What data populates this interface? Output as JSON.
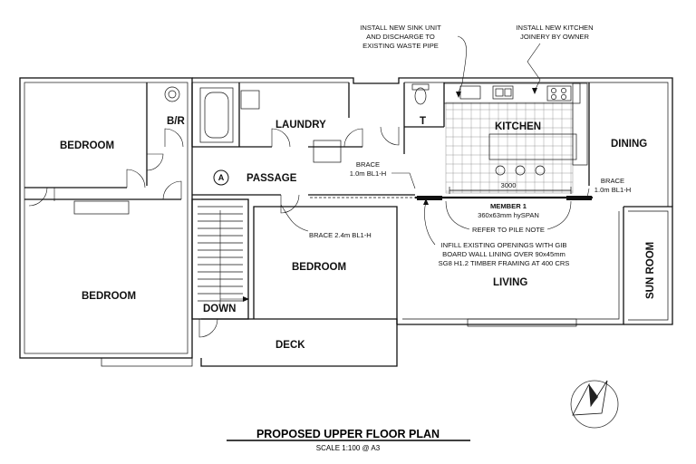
{
  "title": "PROPOSED UPPER FLOOR PLAN",
  "scale": "SCALE 1:100 @ A3",
  "rooms": {
    "bedroom_nw": "BEDROOM",
    "bathroom": "B/R",
    "laundry": "LAUNDRY",
    "toilet": "T",
    "kitchen": "KITCHEN",
    "dining": "DINING",
    "passage": "PASSAGE",
    "passage_marker": "A",
    "bedroom_sw": "BEDROOM",
    "bedroom_mid": "BEDROOM",
    "living": "LIVING",
    "sun_room": "SUN ROOM",
    "deck": "DECK",
    "stair": "DOWN"
  },
  "notes": {
    "sink": [
      "INSTALL NEW SINK UNIT",
      "AND DISCHARGE TO",
      "EXISTING WASTE PIPE"
    ],
    "joinery": [
      "INSTALL NEW KITCHEN",
      "JOINERY BY OWNER"
    ],
    "brace_left": [
      "BRACE",
      "1.0m BL1-H"
    ],
    "brace_right": [
      "BRACE",
      "1.0m BL1-H"
    ],
    "brace_passage": "BRACE 2.4m BL1-H",
    "dimension": "3000",
    "member_title": "MEMBER 1",
    "member_spec": "360x63mm hySPAN",
    "pile_note": "REFER TO PILE NOTE",
    "infill": [
      "INFILL EXISTING OPENINGS WITH GIB",
      "BOARD WALL LINING OVER 90x45mm",
      "SG8 H1.2 TIMBER FRAMING AT 400 CRS"
    ]
  },
  "colors": {
    "line": "#111111",
    "background": "#ffffff",
    "grid": "#777777"
  },
  "icons": [
    "north-arrow-icon"
  ]
}
